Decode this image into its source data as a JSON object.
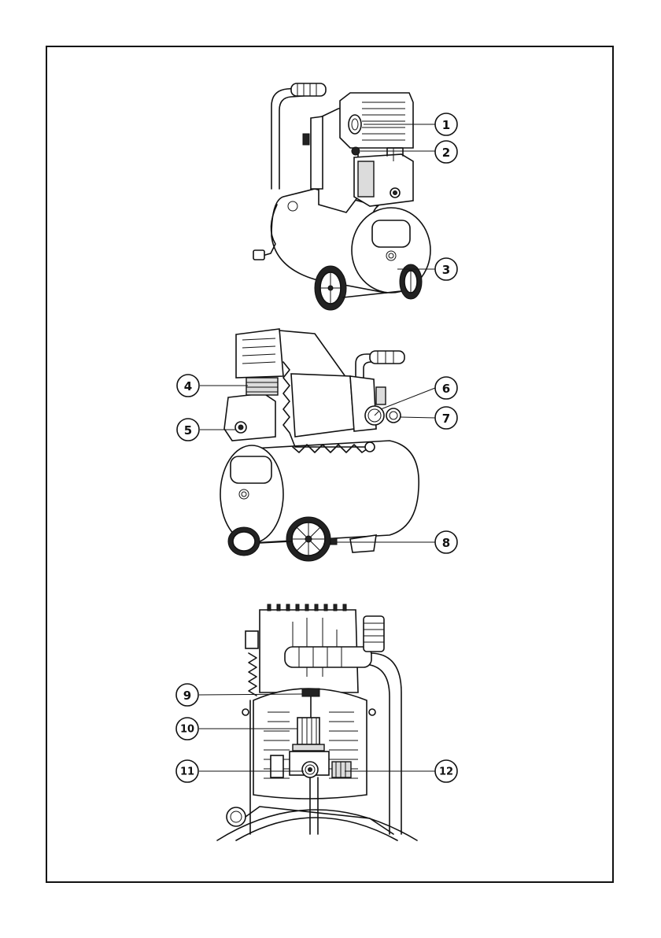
{
  "diagram": {
    "views": [
      "front-perspective",
      "rear-perspective",
      "top-detail"
    ],
    "callouts": [
      {
        "id": "c1",
        "label": "1"
      },
      {
        "id": "c2",
        "label": "2"
      },
      {
        "id": "c3",
        "label": "3"
      },
      {
        "id": "c4",
        "label": "4"
      },
      {
        "id": "c5",
        "label": "5"
      },
      {
        "id": "c6",
        "label": "6"
      },
      {
        "id": "c7",
        "label": "7"
      },
      {
        "id": "c8",
        "label": "8"
      },
      {
        "id": "c9",
        "label": "9"
      },
      {
        "id": "c10",
        "label": "10"
      },
      {
        "id": "c11",
        "label": "11"
      },
      {
        "id": "c12",
        "label": "12"
      }
    ]
  }
}
